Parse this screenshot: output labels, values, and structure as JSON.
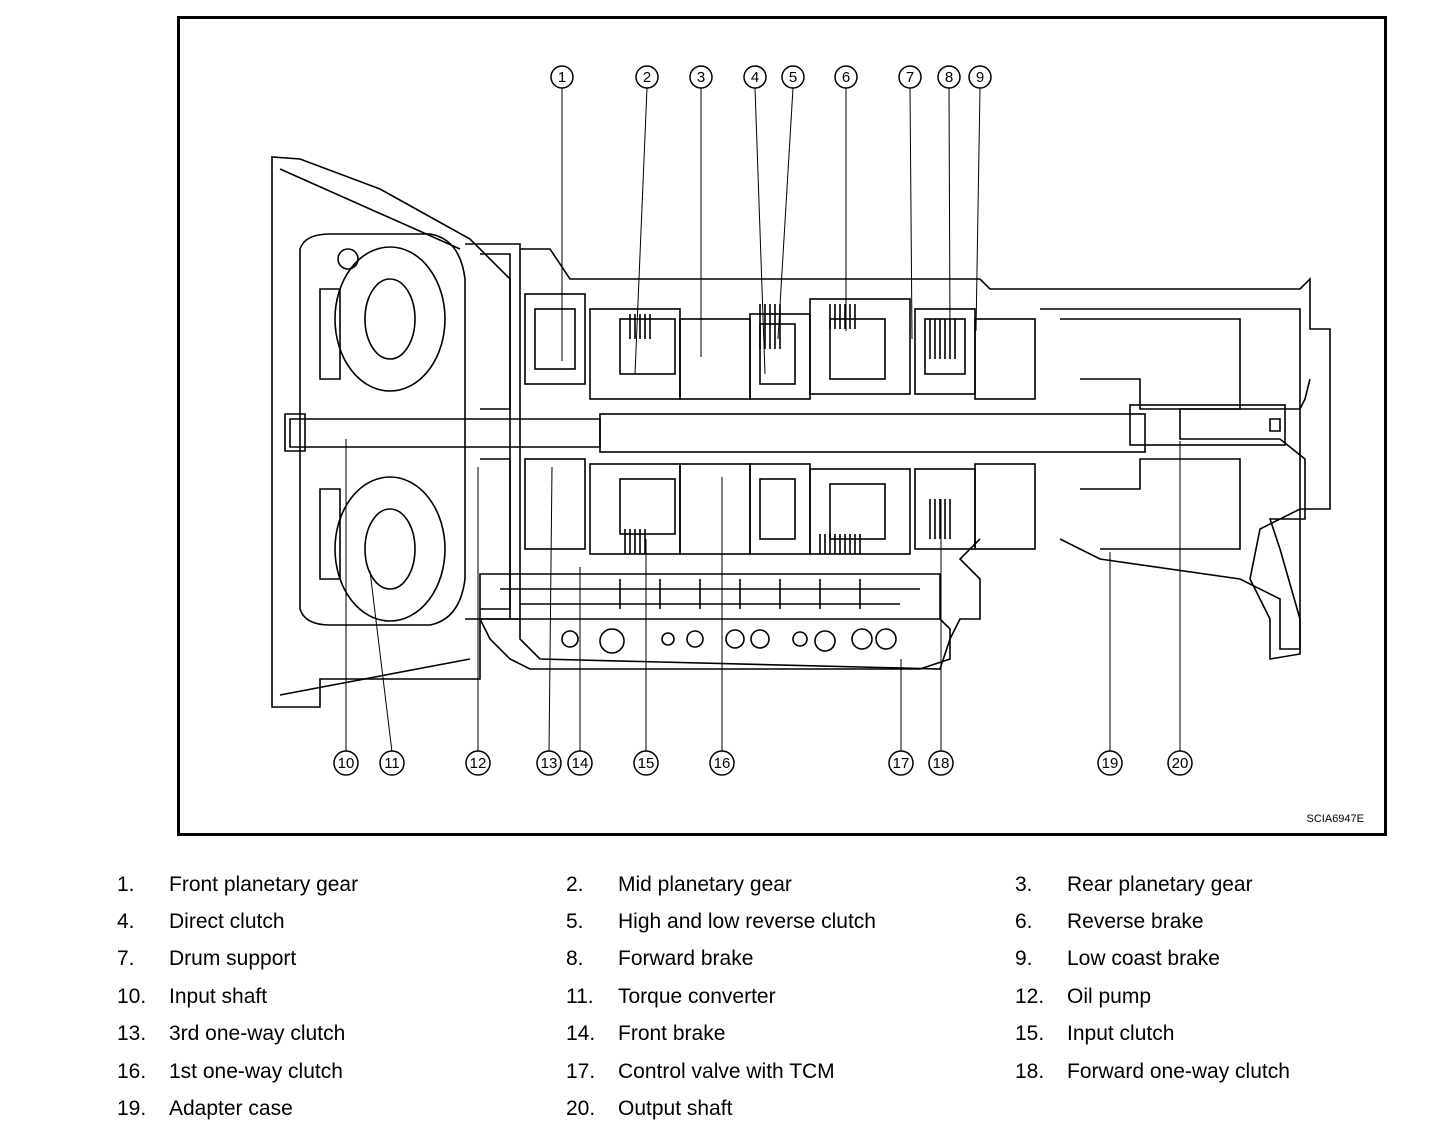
{
  "figure": {
    "code": "SCIA6947E",
    "callouts_top": [
      "1",
      "2",
      "3",
      "4",
      "5",
      "6",
      "7",
      "8",
      "9"
    ],
    "callouts_bottom": [
      "10",
      "11",
      "12",
      "13",
      "14",
      "15",
      "16",
      "17",
      "18",
      "19",
      "20"
    ]
  },
  "legend": [
    {
      "num": "1.",
      "text": "Front planetary gear"
    },
    {
      "num": "2.",
      "text": "Mid planetary gear"
    },
    {
      "num": "3.",
      "text": "Rear planetary gear"
    },
    {
      "num": "4.",
      "text": "Direct clutch"
    },
    {
      "num": "5.",
      "text": "High and low reverse clutch"
    },
    {
      "num": "6.",
      "text": "Reverse brake"
    },
    {
      "num": "7.",
      "text": "Drum support"
    },
    {
      "num": "8.",
      "text": "Forward brake"
    },
    {
      "num": "9.",
      "text": "Low coast brake"
    },
    {
      "num": "10.",
      "text": "Input shaft"
    },
    {
      "num": "11.",
      "text": "Torque converter"
    },
    {
      "num": "12.",
      "text": "Oil pump"
    },
    {
      "num": "13.",
      "text": "3rd one-way clutch"
    },
    {
      "num": "14.",
      "text": "Front brake"
    },
    {
      "num": "15.",
      "text": "Input clutch"
    },
    {
      "num": "16.",
      "text": "1st one-way clutch"
    },
    {
      "num": "17.",
      "text": "Control valve with TCM"
    },
    {
      "num": "18.",
      "text": "Forward one-way clutch"
    },
    {
      "num": "19.",
      "text": "Adapter case"
    },
    {
      "num": "20.",
      "text": "Output shaft"
    }
  ]
}
